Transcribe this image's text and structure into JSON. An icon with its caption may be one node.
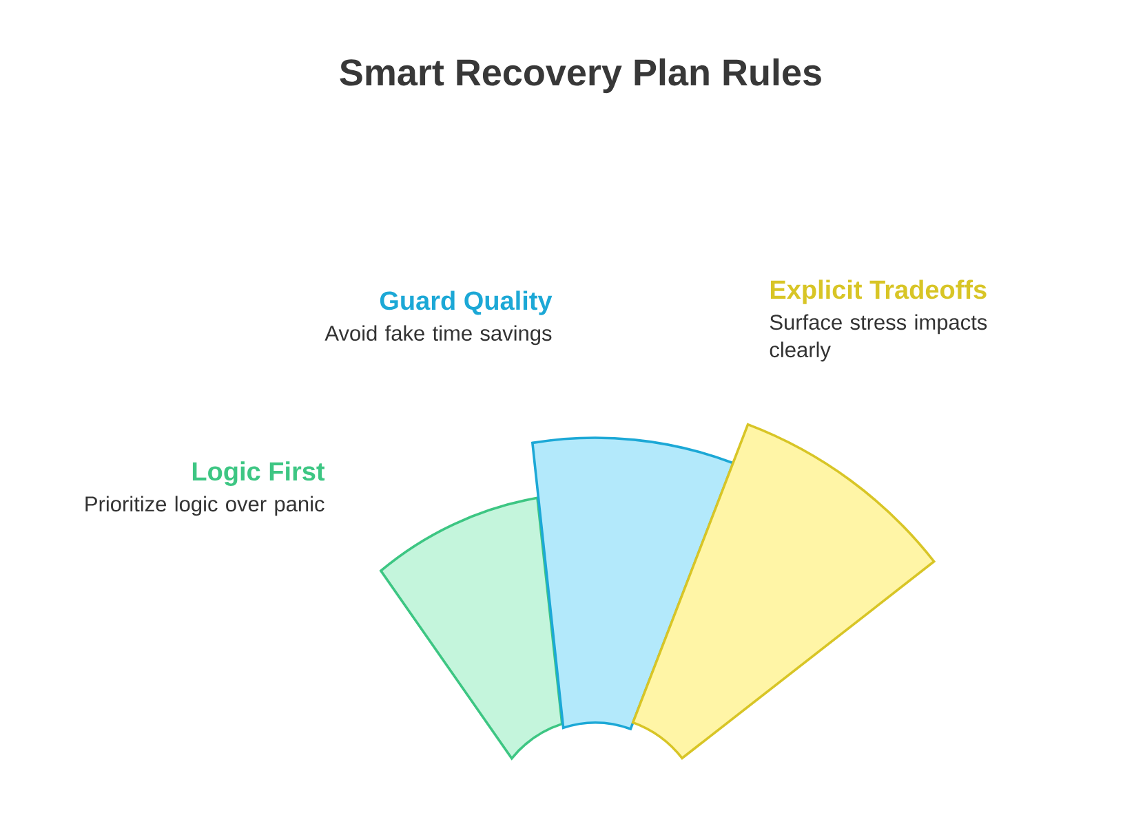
{
  "diagram": {
    "title": "Smart Recovery Plan Rules",
    "nodes": [
      {
        "text": [
          "Logic First",
          "Prioritize logic over panic"
        ]
      },
      {
        "text": [
          "Guard Quality",
          "Avoid fake time savings"
        ]
      },
      {
        "text": [
          "Explicit Tradeoffs",
          "Surface stress impacts clearly"
        ]
      }
    ]
  }
}
